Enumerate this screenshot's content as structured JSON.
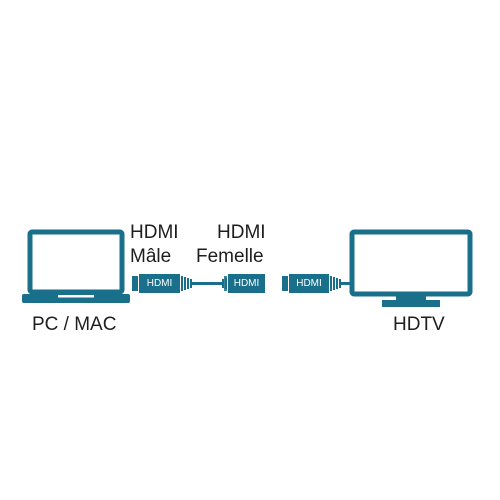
{
  "labels": {
    "source": "PC / MAC",
    "male_line1": "HDMI",
    "male_line2": "Mâle",
    "female_line1": "HDMI",
    "female_line2": "Femelle",
    "display": "HDTV"
  },
  "connectors": {
    "male_plug": "HDMI",
    "female_plug": "HDMI",
    "tv_plug": "HDMI"
  },
  "colors": {
    "accent": "#1a6f8a",
    "text": "#1e1e1e",
    "background": "#ffffff"
  }
}
